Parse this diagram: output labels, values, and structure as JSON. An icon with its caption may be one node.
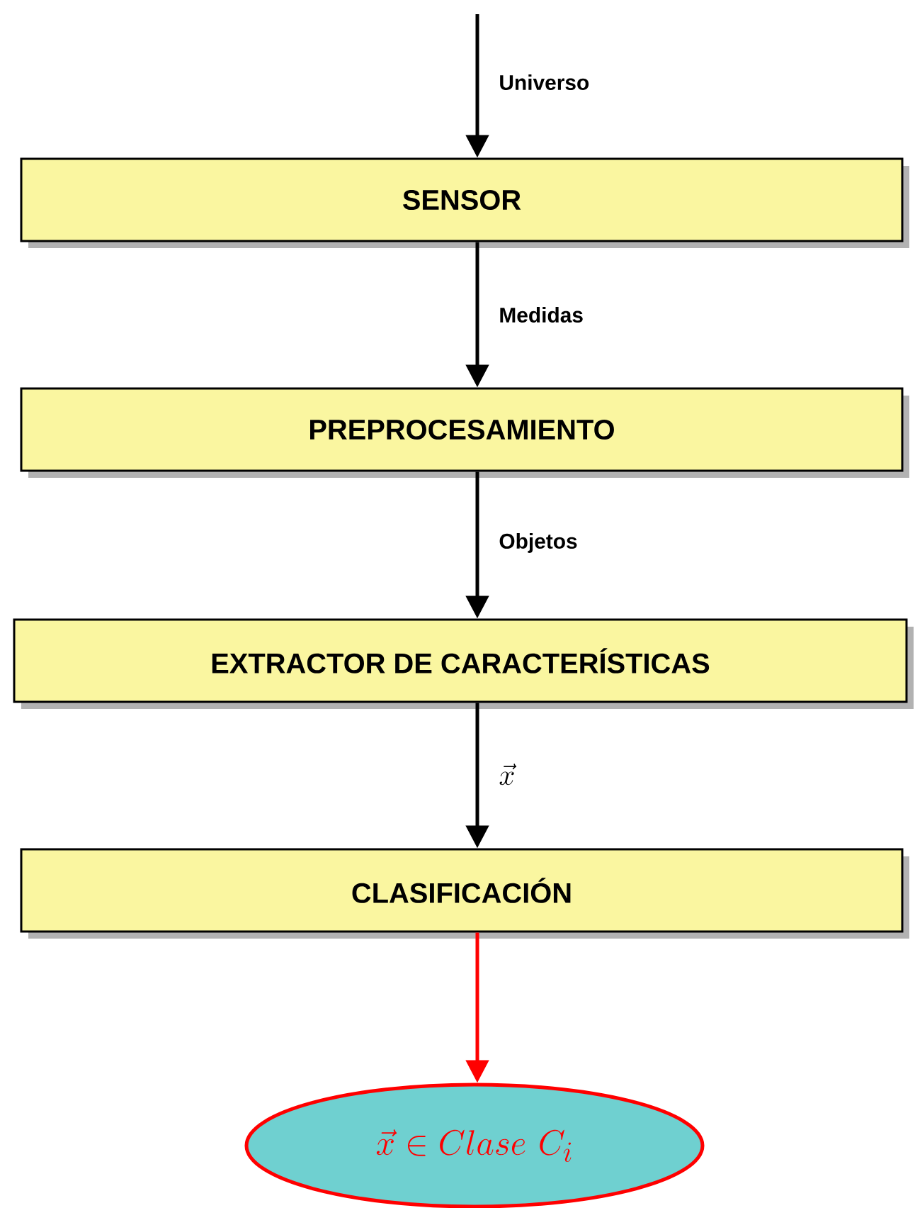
{
  "diagram": {
    "nodes": [
      {
        "text": [
          "SENSOR"
        ]
      },
      {
        "text": [
          "PREPROCESAMIENTO"
        ]
      },
      {
        "text": [
          "EXTRACTOR DE  CARACTERÍSTICAS"
        ]
      },
      {
        "text": [
          "CLASIFICACIÓN"
        ]
      },
      {
        "text": [
          "\\vec{x} \\in Clase\\ C_i"
        ]
      }
    ],
    "edges": [
      {
        "from": null,
        "to": 0,
        "arrow": "to",
        "label": "Universo"
      },
      {
        "from": 0,
        "to": 1,
        "arrow": "to",
        "label": "Medidas"
      },
      {
        "from": 1,
        "to": 2,
        "arrow": "to",
        "label": "Objetos"
      },
      {
        "from": 2,
        "to": 3,
        "arrow": "to",
        "label": "\\vec{x}"
      },
      {
        "from": 3,
        "to": 4,
        "arrow": "to",
        "color": "#ff0000"
      }
    ]
  }
}
